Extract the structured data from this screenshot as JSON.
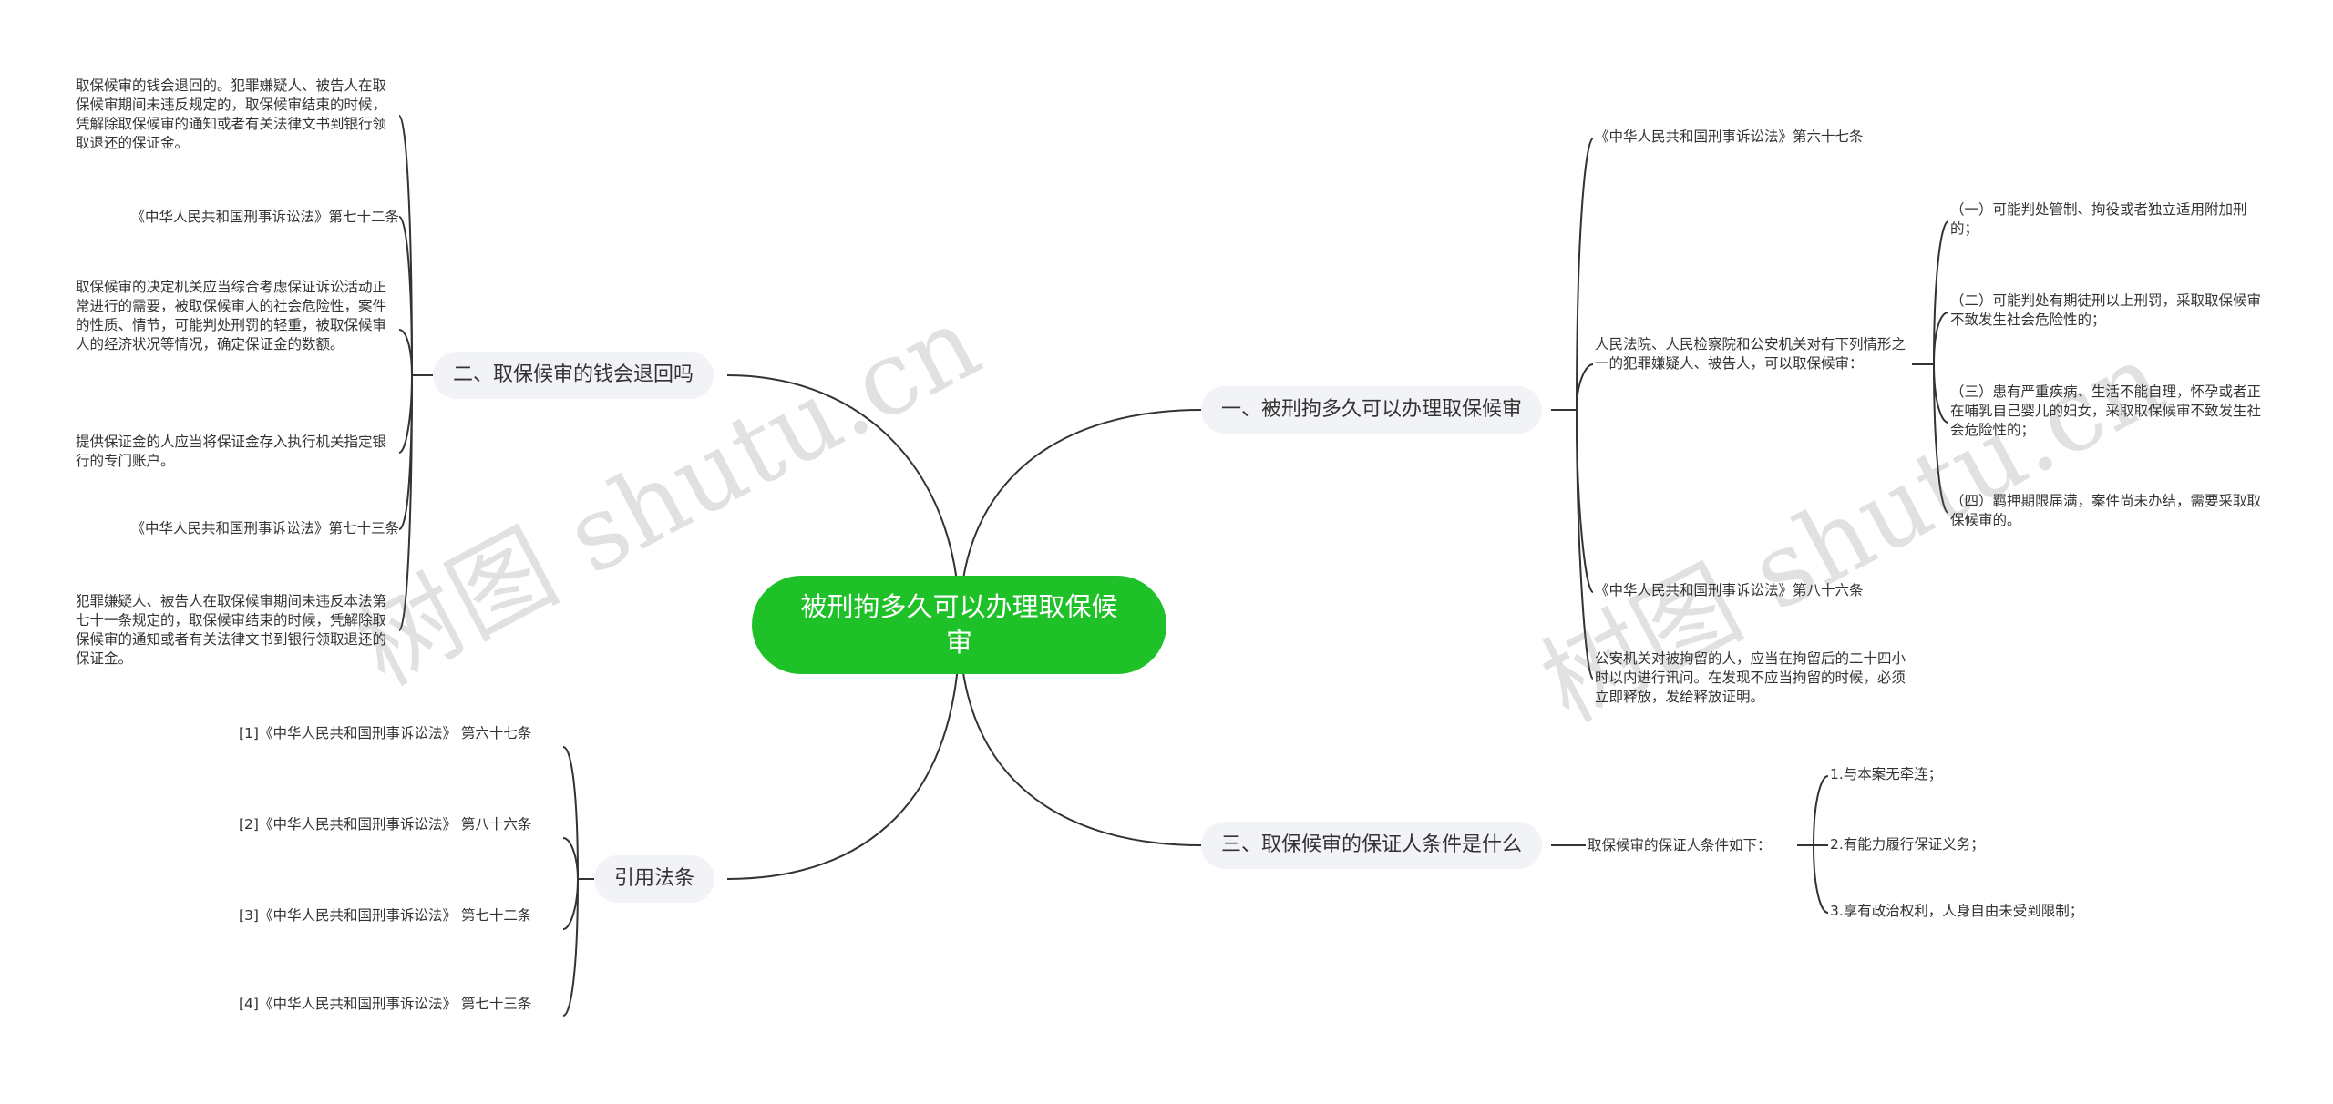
{
  "central": "被刑拘多久可以办理取保候审",
  "branches": {
    "b1": "一、被刑拘多久可以办理取保候审",
    "b2": "二、取保候审的钱会退回吗",
    "b3": "三、取保候审的保证人条件是什么",
    "b4": "引用法条"
  },
  "b1_items": {
    "law67": "《中华人民共和国刑事诉讼法》第六十七条",
    "court": "人民法院、人民检察院和公安机关对有下列情形之一的犯罪嫌疑人、被告人，可以取保候审：",
    "c1": "（一）可能判处管制、拘役或者独立适用附加刑的；",
    "c2": "（二）可能判处有期徒刑以上刑罚，采取取保候审不致发生社会危险性的；",
    "c3": "（三）患有严重疾病、生活不能自理，怀孕或者正在哺乳自己婴儿的妇女，采取取保候审不致发生社会危险性的；",
    "c4": "（四）羁押期限届满，案件尚未办结，需要采取取保候审的。",
    "law86": "《中华人民共和国刑事诉讼法》第八十六条",
    "police": "公安机关对被拘留的人，应当在拘留后的二十四小时以内进行讯问。在发现不应当拘留的时候，必须立即释放，发给释放证明。"
  },
  "b2_items": {
    "t1": "取保候审的钱会退回的。犯罪嫌疑人、被告人在取保候审期间未违反规定的，取保候审结束的时候，凭解除取保候审的通知或者有关法律文书到银行领取退还的保证金。",
    "t2": "《中华人民共和国刑事诉讼法》第七十二条",
    "t3": "取保候审的决定机关应当综合考虑保证诉讼活动正常进行的需要，被取保候审人的社会危险性，案件的性质、情节，可能判处刑罚的轻重，被取保候审人的经济状况等情况，确定保证金的数额。",
    "t4": "提供保证金的人应当将保证金存入执行机关指定银行的专门账户。",
    "t5": "《中华人民共和国刑事诉讼法》第七十三条",
    "t6": "犯罪嫌疑人、被告人在取保候审期间未违反本法第七十一条规定的，取保候审结束的时候，凭解除取保候审的通知或者有关法律文书到银行领取退还的保证金。"
  },
  "b3_items": {
    "intro": "取保候审的保证人条件如下：",
    "r1": "1.与本案无牵连；",
    "r2": "2.有能力履行保证义务；",
    "r3": "3.享有政治权利，人身自由未受到限制；"
  },
  "b4_items": {
    "ref1": "[1]《中华人民共和国刑事诉讼法》 第六十七条",
    "ref2": "[2]《中华人民共和国刑事诉讼法》 第八十六条",
    "ref3": "[3]《中华人民共和国刑事诉讼法》 第七十二条",
    "ref4": "[4]《中华人民共和国刑事诉讼法》 第七十三条"
  },
  "watermark": "树图 shutu.cn",
  "colors": {
    "central_bg": "#1ec228",
    "branch_bg": "#f1f3f6",
    "line": "#333333"
  }
}
